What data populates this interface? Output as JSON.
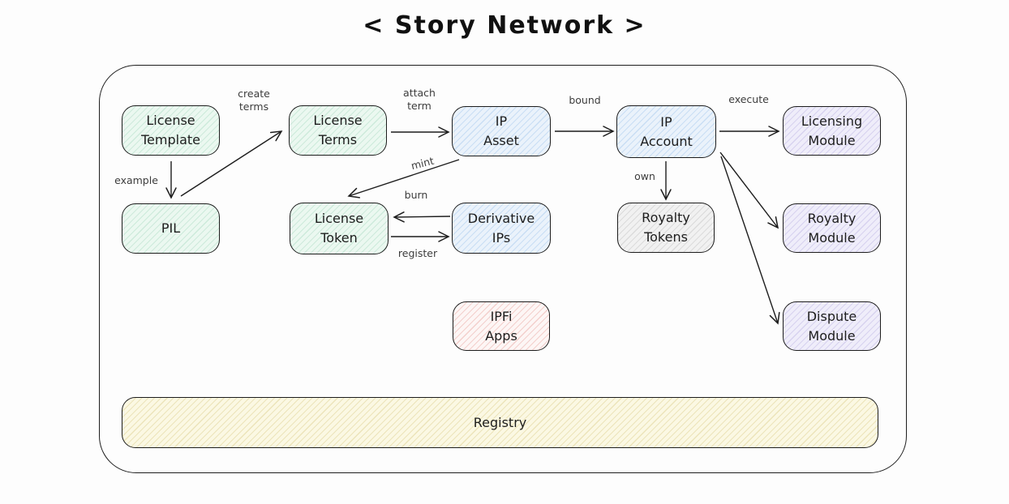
{
  "title": "< Story Network >",
  "nodes": {
    "license_template": {
      "label": "License\nTemplate",
      "color": "#ebf8f0"
    },
    "license_terms": {
      "label": "License\nTerms",
      "color": "#ebf8f0"
    },
    "ip_asset": {
      "label": "IP\nAsset",
      "color": "#eaf2fb"
    },
    "ip_account": {
      "label": "IP\nAccount",
      "color": "#eaf2fb"
    },
    "licensing_module": {
      "label": "Licensing\nModule",
      "color": "#efedfa"
    },
    "pil": {
      "label": "PIL",
      "color": "#ebf8f0"
    },
    "license_token": {
      "label": "License\nToken",
      "color": "#ebf8f0"
    },
    "derivative_ips": {
      "label": "Derivative\nIPs",
      "color": "#eaf2fb"
    },
    "royalty_tokens": {
      "label": "Royalty\nTokens",
      "color": "#f1f1f1"
    },
    "royalty_module": {
      "label": "Royalty\nModule",
      "color": "#efedfa"
    },
    "ipfi_apps": {
      "label": "IPFi\nApps",
      "color": "#fdf6f5"
    },
    "dispute_module": {
      "label": "Dispute\nModule",
      "color": "#efedfa"
    },
    "registry": {
      "label": "Registry",
      "color": "#fbf8e3"
    }
  },
  "edge_labels": {
    "example": "example",
    "create_terms": "create\nterms",
    "attach_term": "attach\nterm",
    "bound": "bound",
    "mint": "mint",
    "burn": "burn",
    "register": "register",
    "own": "own",
    "execute": "execute"
  },
  "colors": {
    "stroke": "#1d1d1d",
    "background": "#fdfdfd",
    "green_hatch": "#cdeadb",
    "blue_hatch": "#c9def4",
    "purple_hatch": "#d7d2ef",
    "gray_hatch": "#dbdbdb",
    "pink_hatch": "#f3cfcc",
    "yellow_hatch": "#ece4ba"
  }
}
